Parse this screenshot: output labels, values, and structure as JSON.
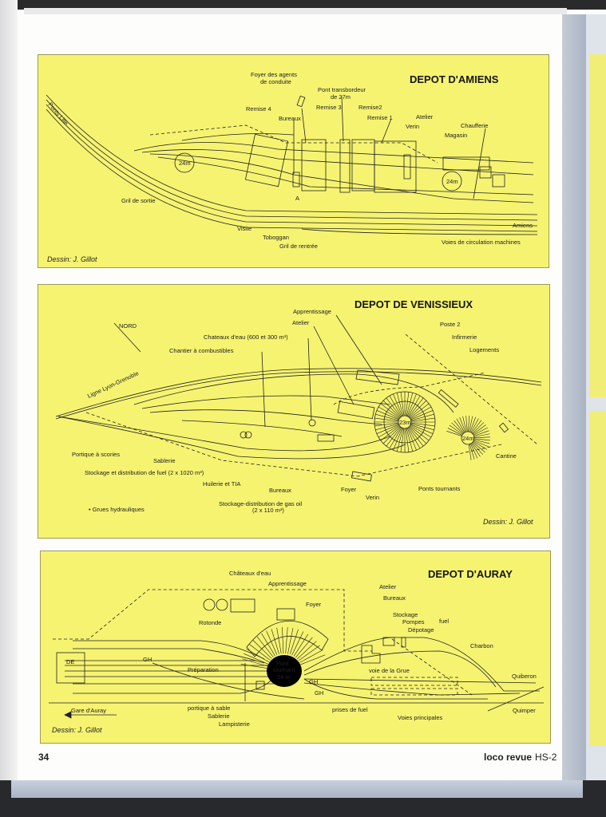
{
  "amiens": {
    "title": "DEPOT D'AMIENS",
    "credit": "Dessin: J. Gillot",
    "turntable": "24m",
    "labels": [
      "Foyer des agents",
      "de conduite",
      "Pont transbordeur",
      "de 27m",
      "Remise 4",
      "Bureaux",
      "Remise 3",
      "Remise2",
      "Remise 1",
      "Atelier",
      "Verin",
      "Chaufferie",
      "Magasin",
      "Gril de sortie",
      "Visite",
      "Toboggan",
      "Gril de rentrée",
      "Amiens",
      "Voies de circulation machines",
      "Ponts Lille",
      "A"
    ]
  },
  "venissieux": {
    "title": "DEPOT DE VENISSIEUX",
    "credit": "Dessin: J. Gillot",
    "turntables": [
      "23m",
      "24m"
    ],
    "labels": [
      "NORD",
      "Apprentissage",
      "Atelier",
      "Chateaux d'eau (600 et 300 m³)",
      "Chantier à combustibles",
      "Poste 2",
      "Infirmerie",
      "Logements",
      "Ligne Lyon-Grenoble",
      "Portique à scories",
      "Sablerie",
      "Stockage et distribution de fuel (2 x 1020 m³)",
      "Huilerie et TIA",
      "Bureaux",
      "Foyer",
      "Verin",
      "Ponts tournants",
      "Cantine",
      "Stockage-distribution de gas oil",
      "(2 x 110 m³)",
      "• Grues hydrauliques"
    ]
  },
  "auray": {
    "title": "DEPOT D'AURAY",
    "credit": "Dessin: J. Gillot",
    "labels": [
      "Châteaux d'eau",
      "Apprentissage",
      "Foyer",
      "Atelier",
      "Bureaux",
      "Rotonde",
      "Stockage",
      "Pompes",
      "Dépotage",
      "fuel",
      "Charbon",
      "DE",
      "GH",
      "Préparation",
      "Pont",
      "tournant",
      "24 m",
      "voie de la Grue",
      "Quiberon",
      "Quimper",
      "Gare d'Auray",
      "portique à sable",
      "Sablerie",
      "Lampisterie",
      "prises de fuel",
      "Voies principales",
      "GH",
      "GH"
    ]
  },
  "footer": {
    "page_number": "34",
    "magazine": "loco revue",
    "issue": "HS-2"
  }
}
